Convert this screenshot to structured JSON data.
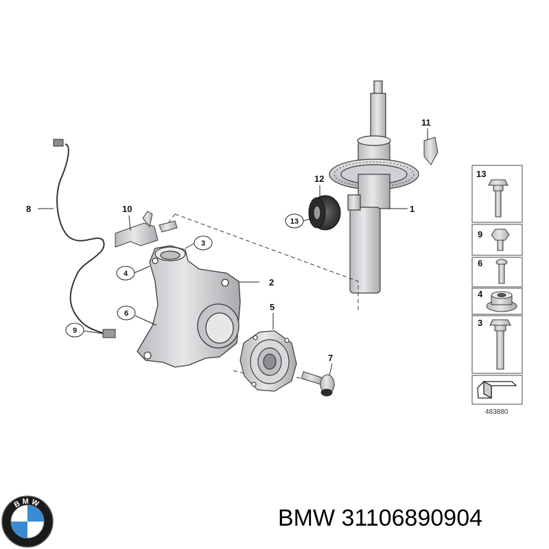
{
  "callouts": {
    "c1": "1",
    "c2": "2",
    "c3": "3",
    "c4": "4",
    "c5": "5",
    "c6": "6",
    "c7": "7",
    "c8": "8",
    "c9": "9",
    "c10": "10",
    "c11": "11",
    "c12": "12",
    "c13": "13"
  },
  "legend": {
    "items": [
      "13",
      "9",
      "6",
      "4",
      "3"
    ],
    "reference": "483880"
  },
  "logo": {
    "text": "BMW",
    "colors": {
      "blue": "#3b8bd0",
      "ring": "#111111",
      "white": "#ffffff"
    }
  },
  "footer": {
    "title": "BMW 31106890904"
  },
  "colors": {
    "part_fill": "#d2d3d5",
    "part_stroke": "#3a3a3a",
    "line": "#222222"
  }
}
